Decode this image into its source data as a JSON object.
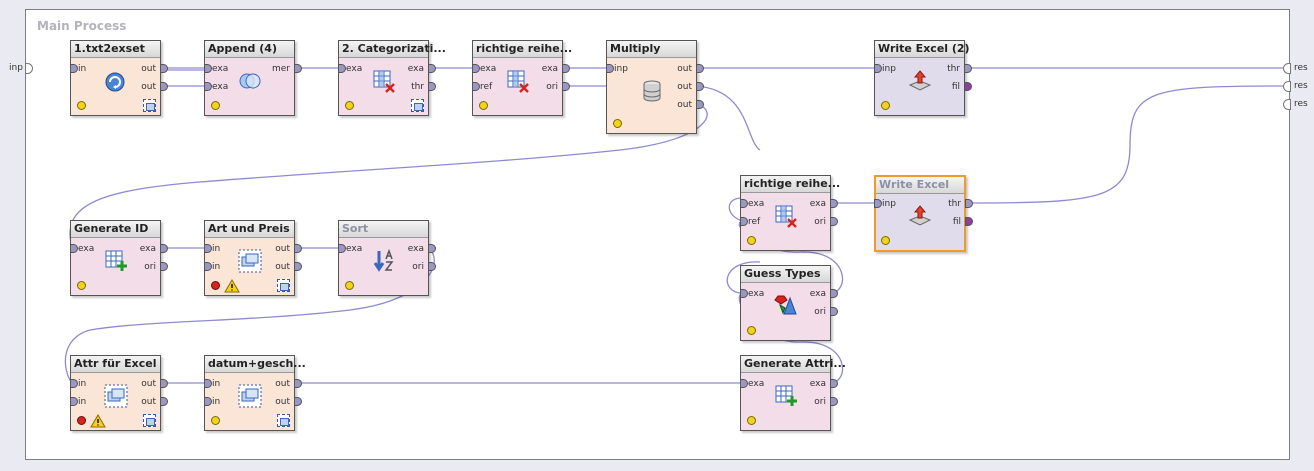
{
  "process": {
    "title": "Main Process"
  },
  "side_ports": {
    "left": "inp",
    "right": [
      "res",
      "res",
      "res"
    ]
  },
  "colors": {
    "wire": "#8f8ad0",
    "selection": "#f09a2b",
    "operator_orange": "#fbe5d6",
    "operator_pink": "#f3dde8",
    "operator_lilac": "#e1dcec"
  },
  "operators": {
    "txt2exset": {
      "title": "1.txt2exset",
      "in": [
        "in"
      ],
      "out": [
        "out",
        "out"
      ]
    },
    "append": {
      "title": "Append (4)",
      "in": [
        "exa",
        "exa"
      ],
      "out": [
        "mer"
      ]
    },
    "categ": {
      "title": "2. Categorizati...",
      "in": [
        "exa"
      ],
      "out": [
        "exa",
        "thr"
      ]
    },
    "richtige1": {
      "title": "richtige reihe...",
      "in": [
        "exa",
        "ref"
      ],
      "out": [
        "exa",
        "ori"
      ]
    },
    "multiply": {
      "title": "Multiply",
      "in": [
        "inp"
      ],
      "out": [
        "out",
        "out",
        "out"
      ]
    },
    "writeexcel2": {
      "title": "Write Excel (2)",
      "in": [
        "inp"
      ],
      "out": [
        "thr",
        "fil"
      ]
    },
    "genid": {
      "title": "Generate ID",
      "in": [
        "exa"
      ],
      "out": [
        "exa",
        "ori"
      ]
    },
    "artpreis": {
      "title": "Art und Preis",
      "in": [
        "in",
        "in"
      ],
      "out": [
        "out",
        "out"
      ]
    },
    "sort": {
      "title": "Sort",
      "in": [
        "exa"
      ],
      "out": [
        "exa",
        "ori"
      ]
    },
    "attrexcel": {
      "title": "Attr für Excel",
      "in": [
        "in",
        "in"
      ],
      "out": [
        "out",
        "out"
      ]
    },
    "datum": {
      "title": "datum+gesch...",
      "in": [
        "in",
        "in"
      ],
      "out": [
        "out",
        "out"
      ]
    },
    "richtige2": {
      "title": "richtige reihe...",
      "in": [
        "exa",
        "ref"
      ],
      "out": [
        "exa",
        "ori"
      ]
    },
    "writeexcel": {
      "title": "Write Excel",
      "in": [
        "inp"
      ],
      "out": [
        "thr",
        "fil"
      ]
    },
    "guesstypes": {
      "title": "Guess Types",
      "in": [
        "exa"
      ],
      "out": [
        "exa",
        "ori"
      ]
    },
    "genattr": {
      "title": "Generate Attri...",
      "in": [
        "exa"
      ],
      "out": [
        "exa",
        "ori"
      ]
    }
  },
  "icons": {
    "txt2exset": "subprocess-loop-icon",
    "append": "append-icon",
    "categ": "table-filter-icon",
    "richtige": "table-filter-icon",
    "multiply": "database-stack-icon",
    "writeexcel": "export-icon",
    "genid": "table-add-icon",
    "subprocess": "subprocess-icon",
    "sort": "sort-az-icon",
    "guesstypes": "guess-types-icon",
    "genattr": "table-add-icon",
    "warning": "warning-icon"
  }
}
